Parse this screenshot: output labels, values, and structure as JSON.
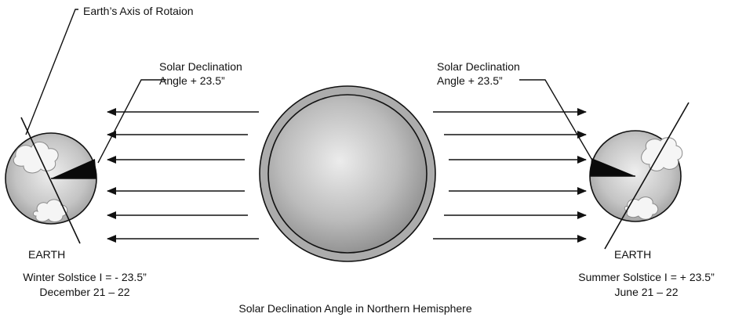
{
  "labels": {
    "axis": "Earth’s Axis of Rotaion",
    "left_declination_line1": "Solar Declination",
    "left_declination_line2": "Angle + 23.5”",
    "right_declination_line1": "Solar Declination",
    "right_declination_line2": "Angle + 23.5”",
    "left_earth": "EARTH",
    "right_earth": "EARTH",
    "winter_line1": "Winter Solstice I = - 23.5”",
    "winter_line2": "December 21 – 22",
    "summer_line1": "Summer Solstice I = + 23.5”",
    "summer_line2": "June 21 – 22",
    "caption": "Solar Declination Angle in Northern Hemisphere"
  },
  "colors": {
    "line": "#111111",
    "sun_outer": "#aaaaaa",
    "sun_inner_light": "#e2e2e2",
    "sun_inner_dark": "#8e8e8e",
    "earth_light": "#e6e6e6",
    "earth_dark": "#9c9c9c",
    "cloud": "#f6f6f6",
    "wedge": "#0a0a0a"
  },
  "icons": {
    "sun": "sun-icon",
    "earth_left": "earth-winter-icon",
    "earth_right": "earth-summer-icon",
    "arrows": "sunray-arrow-icon"
  }
}
